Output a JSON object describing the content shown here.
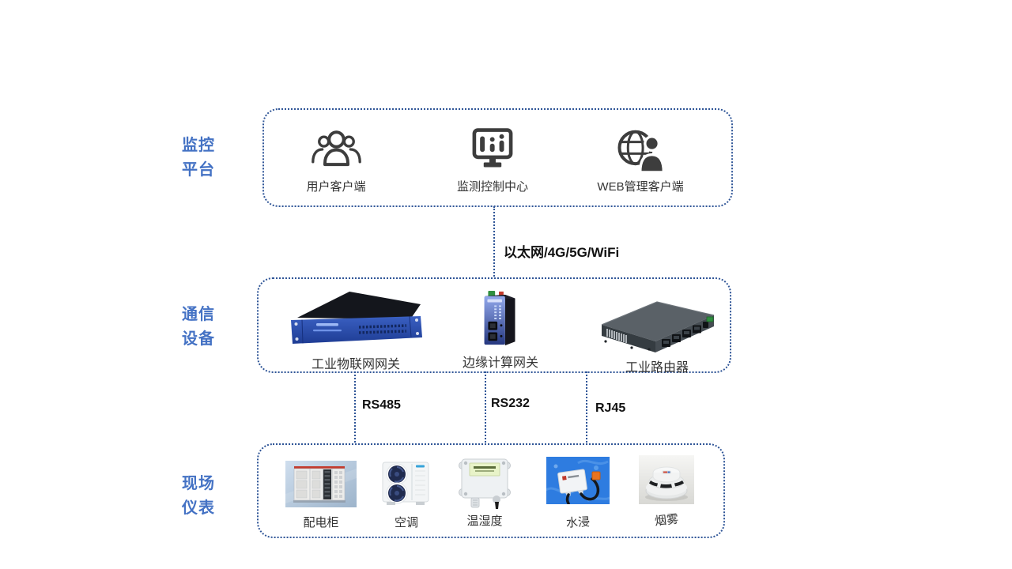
{
  "diagram": {
    "layers": [
      {
        "label_lines": [
          "监控",
          "平台"
        ]
      },
      {
        "label_lines": [
          "通信",
          "设备"
        ]
      },
      {
        "label_lines": [
          "现场",
          "仪表"
        ]
      }
    ],
    "platform": {
      "items": [
        {
          "label": "用户客户端",
          "icon": "users-icon"
        },
        {
          "label": "监测控制中心",
          "icon": "monitor-chart-icon"
        },
        {
          "label": "WEB管理客户端",
          "icon": "globe-user-icon"
        }
      ]
    },
    "comm": {
      "items": [
        {
          "label": "工业物联网网关",
          "image": "iot-gateway-image"
        },
        {
          "label": "边缘计算网关",
          "image": "edge-gateway-image"
        },
        {
          "label": "工业路由器",
          "image": "industrial-router-image"
        }
      ]
    },
    "field": {
      "items": [
        {
          "label": "配电柜",
          "image": "power-cabinet-image"
        },
        {
          "label": "空调",
          "image": "air-conditioner-image"
        },
        {
          "label": "温湿度",
          "image": "temp-humidity-sensor-image"
        },
        {
          "label": "水浸",
          "image": "water-leak-sensor-image"
        },
        {
          "label": "烟雾",
          "image": "smoke-detector-image"
        }
      ]
    },
    "connections": {
      "uplink_label": "以太网/4G/5G/WiFi",
      "downlinks": [
        "RS485",
        "RS232",
        "RJ45"
      ]
    },
    "colors": {
      "accent": "#4472C4",
      "border": "#2F5597",
      "icon": "#3d3d3d"
    }
  }
}
